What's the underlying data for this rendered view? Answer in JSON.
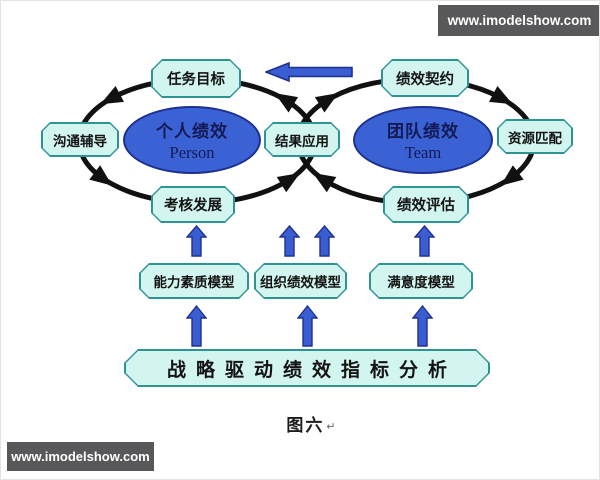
{
  "watermarks": {
    "top": "www.imodelshow.com",
    "bottom": "www.imodelshow.com"
  },
  "left_cycle": {
    "center_cn": "个人绩效",
    "center_en": "Person",
    "top": "任务目标",
    "side": "沟通辅导",
    "bottom": "考核发展"
  },
  "right_cycle": {
    "center_cn": "团队绩效",
    "center_en": "Team",
    "top": "绩效契约",
    "side": "资源匹配",
    "bottom": "绩效评估"
  },
  "center_node": "结果应用",
  "models": {
    "competency": "能力素质模型",
    "organization": "组织绩效模型",
    "satisfaction": "满意度模型"
  },
  "strategy": "战略驱动绩效指标分析",
  "caption": {
    "text": "图六",
    "mark": "↵"
  },
  "colors": {
    "node_fill": "#d3f5ef",
    "node_border": "#2e9393",
    "ellipse_fill": "#3b62d4",
    "ellipse_border": "#1d2f8f",
    "blue_arrow_fill": "#3a5ed2",
    "blue_arrow_border": "#1f3190",
    "loop_black": "#111111",
    "watermark_bar_bg": "#58585a",
    "watermark_text": "#ffffff"
  }
}
